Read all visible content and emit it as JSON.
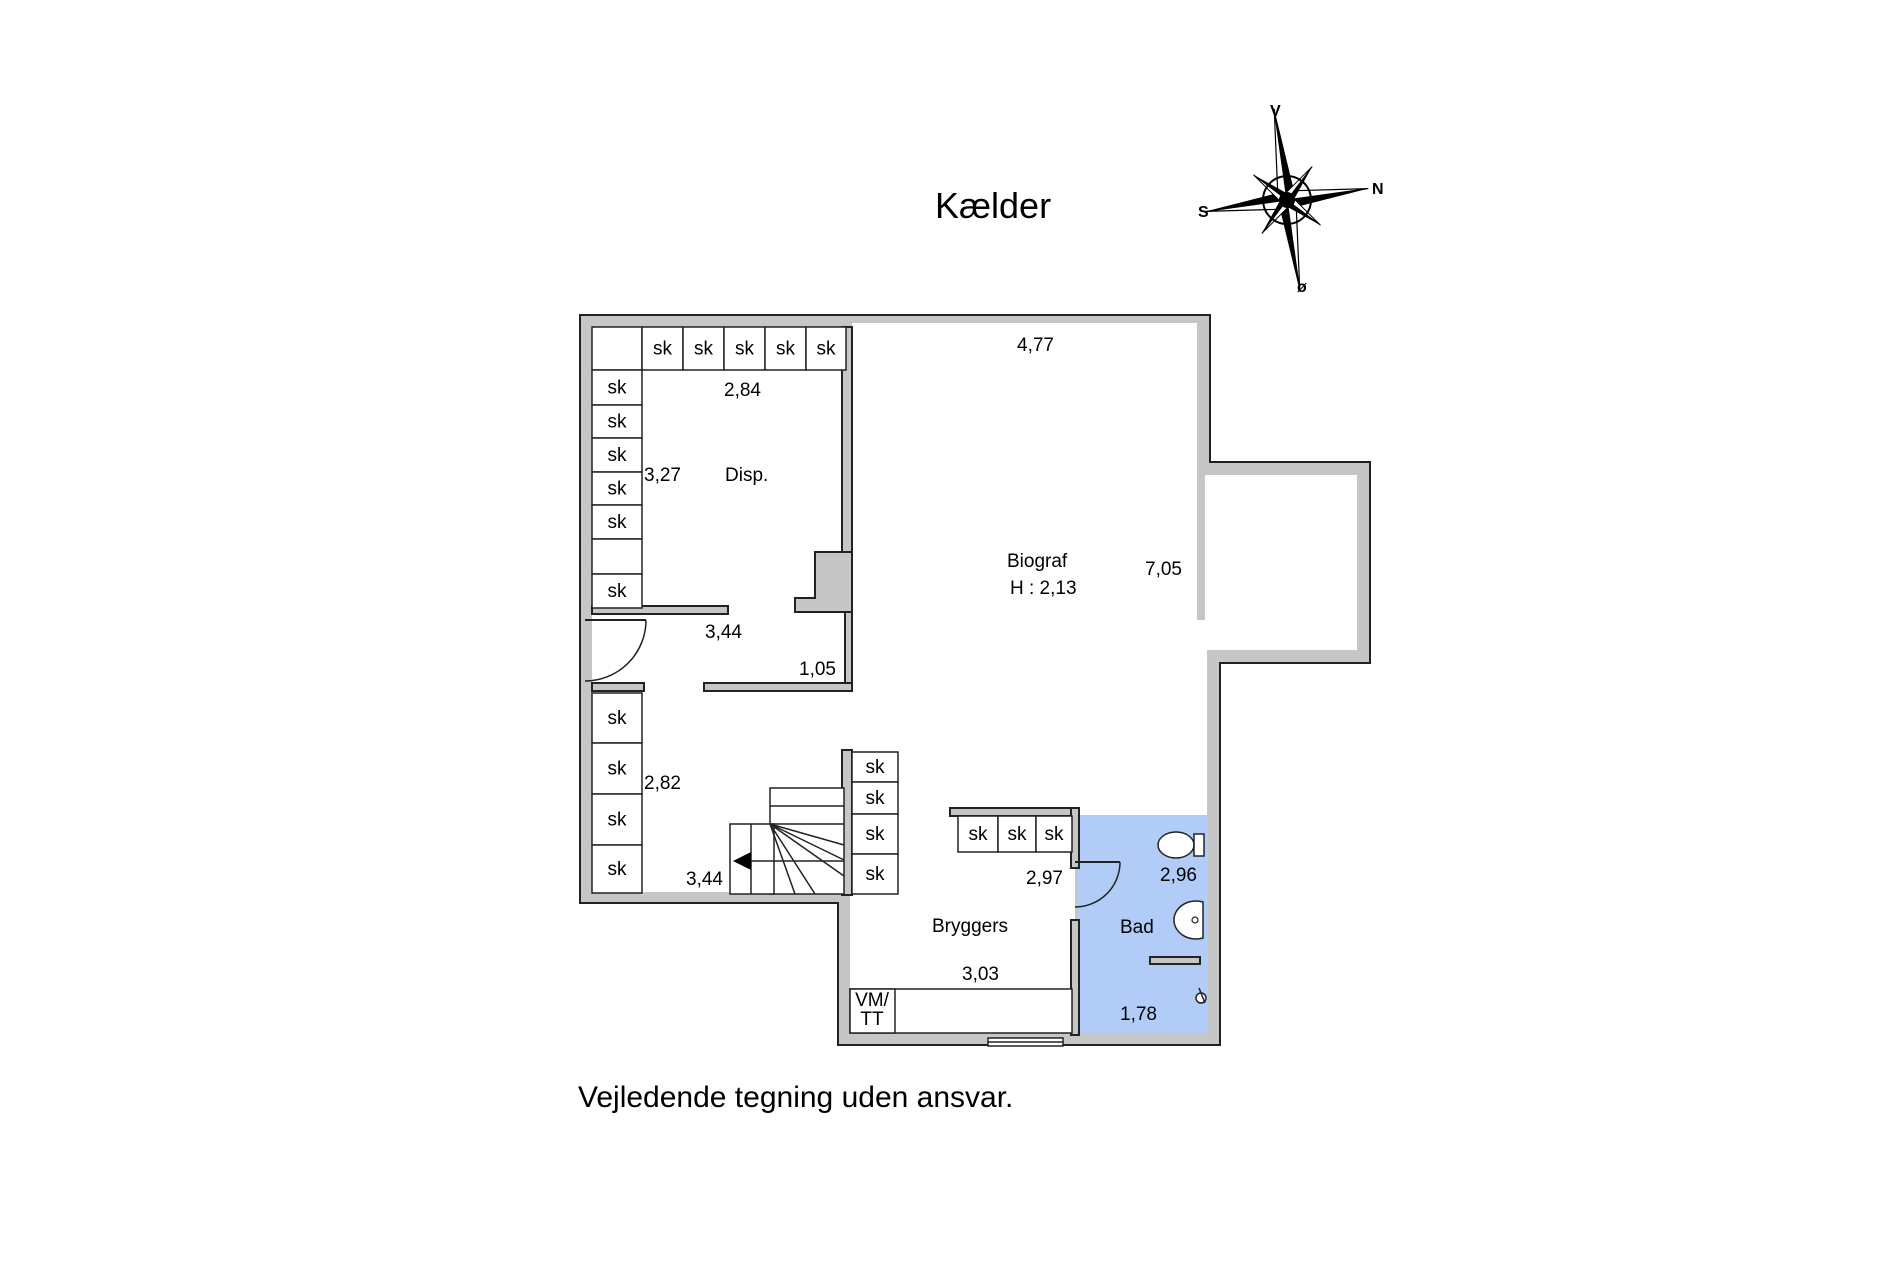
{
  "title": "Kælder",
  "disclaimer": "Vejledende tegning uden ansvar.",
  "compass": {
    "top": "V",
    "right": "N",
    "left": "S",
    "bottom": "ø"
  },
  "rooms": {
    "disp": {
      "name": "Disp.",
      "dim_width": "2,84",
      "dim_length": "3,27"
    },
    "biograf": {
      "name": "Biograf",
      "height_label": "H : 2,13",
      "dim_width": "4,77",
      "dim_length": "7,05"
    },
    "entry": {
      "dim_width": "3,44",
      "dim_depth": "1,05"
    },
    "stair_room": {
      "dim_width": "3,44",
      "dim_length": "2,82"
    },
    "bryggers": {
      "name": "Bryggers",
      "dim_width": "3,03",
      "dim_length": "2,97",
      "appliance": [
        "VM/",
        "TT"
      ]
    },
    "bad": {
      "name": "Bad",
      "dim_width": "1,78",
      "dim_length": "2,96"
    }
  },
  "cabinet_label": "sk"
}
